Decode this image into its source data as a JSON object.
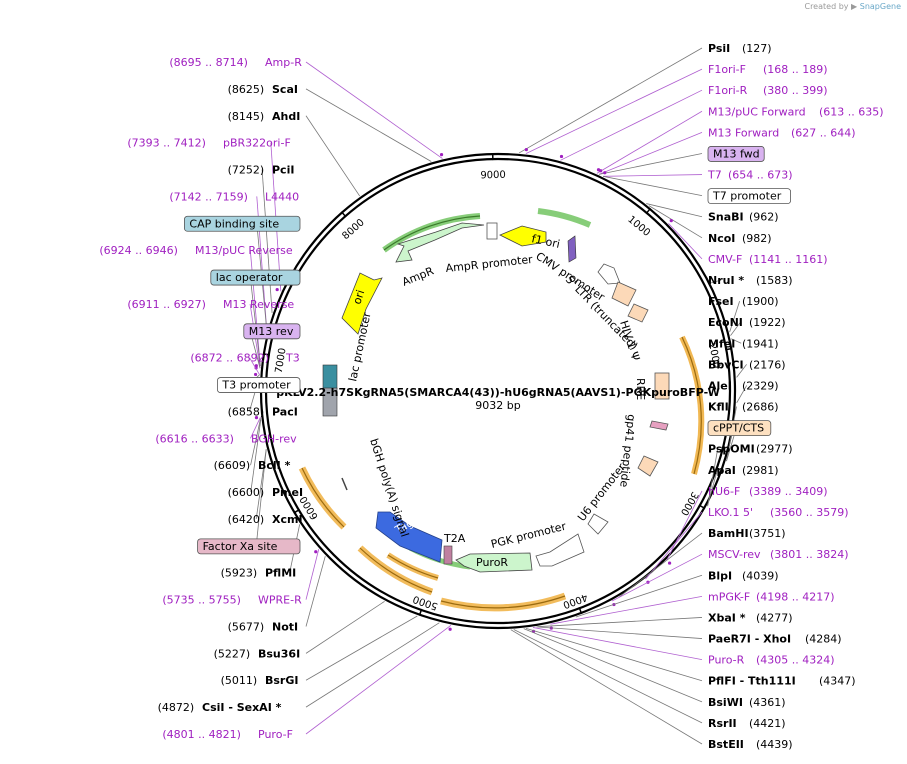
{
  "credit": {
    "prefix": "Created by",
    "brand": "SnapGene"
  },
  "plasmid": {
    "name": "pKLV2.2-h7SKgRNA5(SMARCA4(43))-hU6gRNA5(AAVS1)-PGKpuroBFP-W",
    "length_label": "9032 bp",
    "length": 9032
  },
  "ticks": [
    "1000",
    "2000",
    "3000",
    "4000",
    "5000",
    "6000",
    "7000",
    "8000",
    "9000"
  ],
  "right_labels": [
    {
      "name": "PsiI",
      "pos": "(127)",
      "kind": "enzyme"
    },
    {
      "name": "F1ori-F",
      "pos": "(168 .. 189)",
      "kind": "primer"
    },
    {
      "name": "F1ori-R",
      "pos": "(380 .. 399)",
      "kind": "primer"
    },
    {
      "name": "M13/pUC Forward",
      "pos": "(613 .. 635)",
      "kind": "primer"
    },
    {
      "name": "M13 Forward",
      "pos": "(627 .. 644)",
      "kind": "primer"
    },
    {
      "name": "M13 fwd",
      "pos": "",
      "kind": "box",
      "color": "#d9b3f0"
    },
    {
      "name": "T7",
      "pos": "(654 .. 673)",
      "kind": "primer"
    },
    {
      "name": "T7 promoter",
      "pos": "",
      "kind": "box",
      "color": "#ffffff"
    },
    {
      "name": "SnaBI",
      "pos": "(962)",
      "kind": "enzyme"
    },
    {
      "name": "NcoI",
      "pos": "(982)",
      "kind": "enzyme"
    },
    {
      "name": "CMV-F",
      "pos": "(1141 .. 1161)",
      "kind": "primer"
    },
    {
      "name": "NruI *",
      "pos": "(1583)",
      "kind": "enzyme"
    },
    {
      "name": "FseI",
      "pos": "(1900)",
      "kind": "enzyme"
    },
    {
      "name": "EcoNI",
      "pos": "(1922)",
      "kind": "enzyme"
    },
    {
      "name": "MfeI",
      "pos": "(1941)",
      "kind": "enzyme"
    },
    {
      "name": "BbvCI",
      "pos": "(2176)",
      "kind": "enzyme"
    },
    {
      "name": "AleI",
      "pos": "(2329)",
      "kind": "enzyme"
    },
    {
      "name": "KflI",
      "pos": "(2686)",
      "kind": "enzyme"
    },
    {
      "name": "cPPT/CTS",
      "pos": "",
      "kind": "box",
      "color": "#fde0c0"
    },
    {
      "name": "PspOMI",
      "pos": "(2977)",
      "kind": "enzyme"
    },
    {
      "name": "ApaI",
      "pos": "(2981)",
      "kind": "enzyme"
    },
    {
      "name": "hU6-F",
      "pos": "(3389 .. 3409)",
      "kind": "primer"
    },
    {
      "name": "LKO.1 5'",
      "pos": "(3560 .. 3579)",
      "kind": "primer"
    },
    {
      "name": "BamHI",
      "pos": "(3751)",
      "kind": "enzyme"
    },
    {
      "name": "MSCV-rev",
      "pos": "(3801 .. 3824)",
      "kind": "primer"
    },
    {
      "name": "BlpI",
      "pos": "(4039)",
      "kind": "enzyme"
    },
    {
      "name": "mPGK-F",
      "pos": "(4198 .. 4217)",
      "kind": "primer"
    },
    {
      "name": "XbaI *",
      "pos": "(4277)",
      "kind": "enzyme"
    },
    {
      "name": "PaeR7I - XhoI",
      "pos": "(4284)",
      "kind": "enzyme"
    },
    {
      "name": "Puro-R",
      "pos": "(4305 .. 4324)",
      "kind": "primer"
    },
    {
      "name": "PflFI - Tth111I",
      "pos": "(4347)",
      "kind": "enzyme"
    },
    {
      "name": "BsiWI",
      "pos": "(4361)",
      "kind": "enzyme"
    },
    {
      "name": "RsrII",
      "pos": "(4421)",
      "kind": "enzyme"
    },
    {
      "name": "BstEII",
      "pos": "(4439)",
      "kind": "enzyme"
    }
  ],
  "left_labels": [
    {
      "name": "Amp-R",
      "pos": "(8695 .. 8714)",
      "kind": "primer"
    },
    {
      "name": "ScaI",
      "pos": "(8625)",
      "kind": "enzyme"
    },
    {
      "name": "AhdI",
      "pos": "(8145)",
      "kind": "enzyme"
    },
    {
      "name": "pBR322ori-F",
      "pos": "(7393 .. 7412)",
      "kind": "primer"
    },
    {
      "name": "PciI",
      "pos": "(7252)",
      "kind": "enzyme"
    },
    {
      "name": "L4440",
      "pos": "(7142 .. 7159)",
      "kind": "primer"
    },
    {
      "name": "CAP binding site",
      "pos": "",
      "kind": "box",
      "color": "#a9d4e0"
    },
    {
      "name": "M13/pUC Reverse",
      "pos": "(6924 .. 6946)",
      "kind": "primer"
    },
    {
      "name": "lac operator",
      "pos": "",
      "kind": "box",
      "color": "#a9d4e0"
    },
    {
      "name": "M13 Reverse",
      "pos": "(6911 .. 6927)",
      "kind": "primer"
    },
    {
      "name": "M13 rev",
      "pos": "",
      "kind": "box",
      "color": "#d9b3f0"
    },
    {
      "name": "T3",
      "pos": "(6872 .. 6892)",
      "kind": "primer"
    },
    {
      "name": "T3 promoter",
      "pos": "",
      "kind": "box",
      "color": "#ffffff"
    },
    {
      "name": "PacI",
      "pos": "(6858)",
      "kind": "enzyme"
    },
    {
      "name": "BGH-rev",
      "pos": "(6616 .. 6633)",
      "kind": "primer"
    },
    {
      "name": "BclI *",
      "pos": "(6609)",
      "kind": "enzyme"
    },
    {
      "name": "PmeI",
      "pos": "(6600)",
      "kind": "enzyme"
    },
    {
      "name": "XcmI",
      "pos": "(6420)",
      "kind": "enzyme"
    },
    {
      "name": "Factor Xa site",
      "pos": "",
      "kind": "box",
      "color": "#e6b8c8"
    },
    {
      "name": "PflMI",
      "pos": "(5923)",
      "kind": "enzyme"
    },
    {
      "name": "WPRE-R",
      "pos": "(5735 .. 5755)",
      "kind": "primer"
    },
    {
      "name": "NotI",
      "pos": "(5677)",
      "kind": "enzyme"
    },
    {
      "name": "Bsu36I",
      "pos": "(5227)",
      "kind": "enzyme"
    },
    {
      "name": "BsrGI",
      "pos": "(5011)",
      "kind": "enzyme"
    },
    {
      "name": "CsiI - SexAI *",
      "pos": "(4872)",
      "kind": "enzyme"
    },
    {
      "name": "Puro-F",
      "pos": "(4801 .. 4821)",
      "kind": "primer"
    }
  ],
  "features": [
    {
      "name": "f1 ori",
      "color": "#ffff00"
    },
    {
      "name": "AmpR",
      "color": "#ccf5cc"
    },
    {
      "name": "AmpR promoter",
      "color": "#ffffff"
    },
    {
      "name": "ori",
      "color": "#ffff00"
    },
    {
      "name": "lac promoter",
      "color": "#ffffff"
    },
    {
      "name": "CMV promoter",
      "color": "#ffffff"
    },
    {
      "name": "5' LTR (truncated)",
      "color": "#fcd9b8"
    },
    {
      "name": "HIV-1 Ψ",
      "color": "#fcd9b8"
    },
    {
      "name": "RRE",
      "color": "#fcd9b8"
    },
    {
      "name": "gp41 peptide",
      "color": "#e6a0c0"
    },
    {
      "name": "U6 promoter",
      "color": "#ffffff"
    },
    {
      "name": "PGK promoter",
      "color": "#ffffff"
    },
    {
      "name": "PuroR",
      "color": "#ccf5cc"
    },
    {
      "name": "T2A",
      "color": "#c080a0"
    },
    {
      "name": "TagBFP",
      "color": "#3c6ae0"
    },
    {
      "name": "bGH poly(A) signal",
      "color": "#ffffff"
    }
  ],
  "colors": {
    "primer": "#a020c0",
    "enzyme": "#000000",
    "orf": "#f0b040",
    "orf_green": "#7ac86a"
  }
}
